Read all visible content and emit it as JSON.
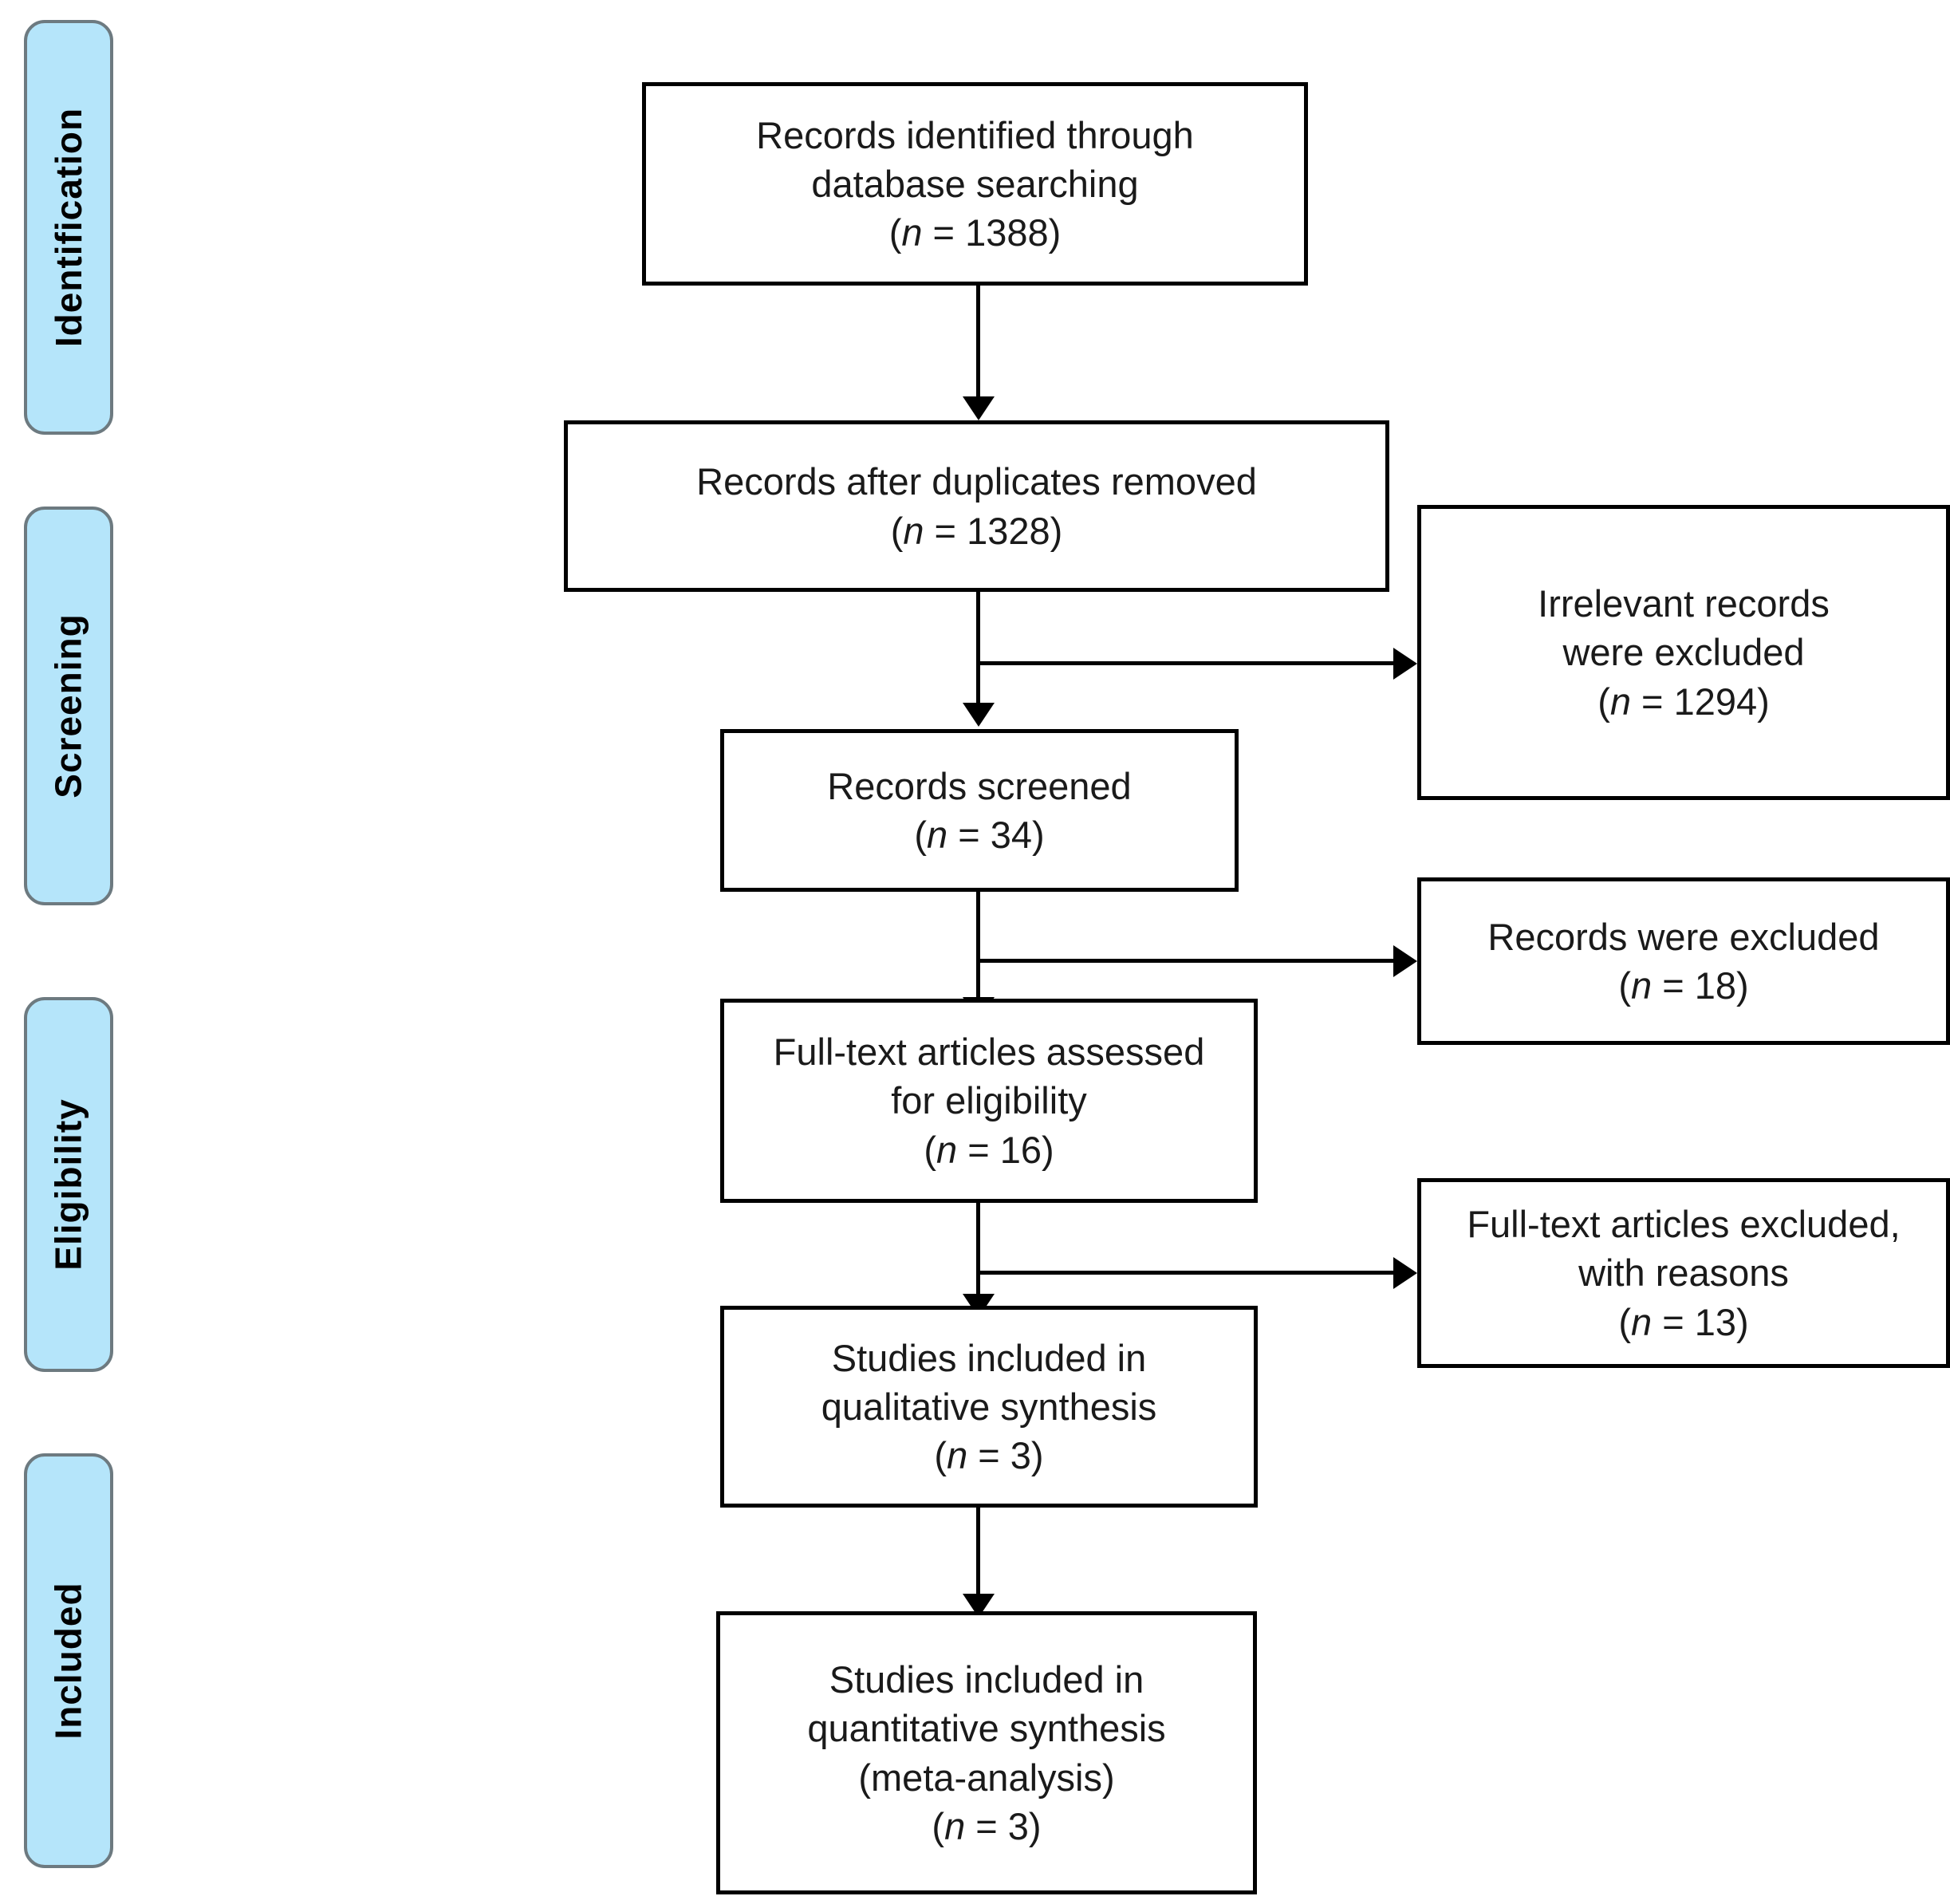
{
  "figure": {
    "type": "prisma-flow-diagram",
    "accent_color": "#b5e5fa",
    "border_color": "#6d7a80",
    "box_border_color": "#000000",
    "background": "#ffffff"
  },
  "phases": [
    {
      "id": "identification",
      "label": "Identification"
    },
    {
      "id": "screening",
      "label": "Screening"
    },
    {
      "id": "eligibility",
      "label": "Eligibility"
    },
    {
      "id": "included",
      "label": "Included"
    }
  ],
  "boxes": {
    "records_identified": {
      "line1": "Records identified through",
      "line2": "database searching",
      "n_open": "(",
      "n_symbol": "n",
      "n_eq": " = 1388)",
      "count": 1388
    },
    "records_after_duplicates": {
      "line1": "Records after duplicates removed",
      "n_open": "(",
      "n_symbol": "n",
      "n_eq": " = 1328)",
      "count": 1328
    },
    "irrelevant_excluded": {
      "line1": "Irrelevant records",
      "line2": "were excluded",
      "n_open": "(",
      "n_symbol": "n",
      "n_eq": " = 1294)",
      "count": 1294
    },
    "records_screened": {
      "line1": "Records screened",
      "n_open": "(",
      "n_symbol": "n",
      "n_eq": " = 34)",
      "count": 34
    },
    "records_excluded": {
      "line1": "Records were excluded",
      "n_open": "(",
      "n_symbol": "n",
      "n_eq": " = 18)",
      "count": 18
    },
    "fulltext_assessed": {
      "line1": "Full-text articles assessed",
      "line2": "for eligibility",
      "n_open": "(",
      "n_symbol": "n",
      "n_eq": " = 16)",
      "count": 16
    },
    "fulltext_excluded": {
      "line1": "Full-text articles excluded,",
      "line2": "with reasons",
      "n_open": "(",
      "n_symbol": "n",
      "n_eq": " = 13)",
      "count": 13
    },
    "qualitative_synthesis": {
      "line1": "Studies included in",
      "line2": "qualitative synthesis",
      "n_open": "(",
      "n_symbol": "n",
      "n_eq": " = 3)",
      "count": 3
    },
    "quantitative_synthesis": {
      "line1": "Studies included in",
      "line2": "quantitative synthesis",
      "line3": "(meta-analysis)",
      "n_open": "(",
      "n_symbol": "n",
      "n_eq": " = 3)",
      "count": 3
    }
  },
  "chart_data": {
    "type": "diagram",
    "title": "PRISMA flow diagram",
    "nodes": [
      {
        "id": "records_identified",
        "stage": "Identification",
        "label": "Records identified through database searching",
        "n": 1388
      },
      {
        "id": "records_after_duplicates",
        "stage": "Screening",
        "label": "Records after duplicates removed",
        "n": 1328
      },
      {
        "id": "irrelevant_excluded",
        "stage": "Screening",
        "label": "Irrelevant records were excluded",
        "n": 1294
      },
      {
        "id": "records_screened",
        "stage": "Screening",
        "label": "Records screened",
        "n": 34
      },
      {
        "id": "records_excluded",
        "stage": "Screening",
        "label": "Records were excluded",
        "n": 18
      },
      {
        "id": "fulltext_assessed",
        "stage": "Eligibility",
        "label": "Full-text articles assessed for eligibility",
        "n": 16
      },
      {
        "id": "fulltext_excluded",
        "stage": "Eligibility",
        "label": "Full-text articles excluded, with reasons",
        "n": 13
      },
      {
        "id": "qualitative_synthesis",
        "stage": "Included",
        "label": "Studies included in qualitative synthesis",
        "n": 3
      },
      {
        "id": "quantitative_synthesis",
        "stage": "Included",
        "label": "Studies included in quantitative synthesis (meta-analysis)",
        "n": 3
      }
    ],
    "edges": [
      {
        "from": "records_identified",
        "to": "records_after_duplicates",
        "direction": "down"
      },
      {
        "from": "records_after_duplicates",
        "to": "irrelevant_excluded",
        "direction": "right"
      },
      {
        "from": "records_after_duplicates",
        "to": "records_screened",
        "direction": "down"
      },
      {
        "from": "records_screened",
        "to": "records_excluded",
        "direction": "right"
      },
      {
        "from": "records_screened",
        "to": "fulltext_assessed",
        "direction": "down"
      },
      {
        "from": "fulltext_assessed",
        "to": "fulltext_excluded",
        "direction": "right"
      },
      {
        "from": "fulltext_assessed",
        "to": "qualitative_synthesis",
        "direction": "down"
      },
      {
        "from": "qualitative_synthesis",
        "to": "quantitative_synthesis",
        "direction": "down"
      }
    ]
  }
}
